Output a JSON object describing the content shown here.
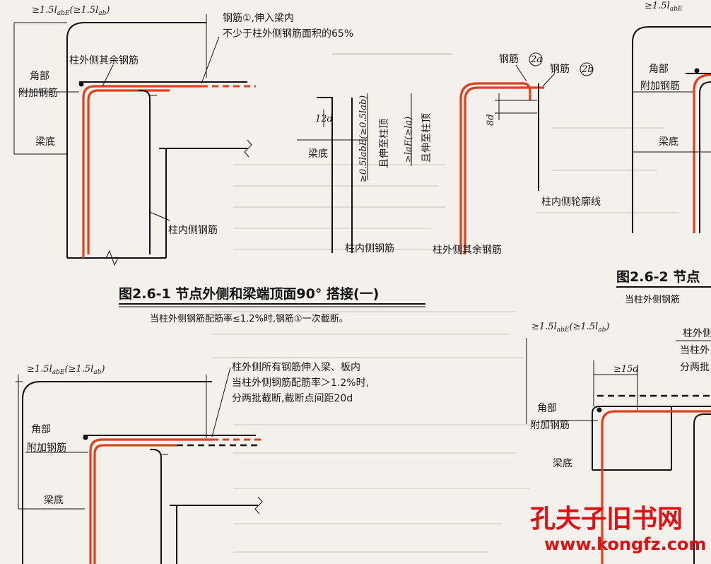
{
  "figure1": {
    "dim_top": "≥1.5l",
    "dim_top_sub": "abE",
    "dim_top_alt": "(≥1.5l",
    "dim_top_alt_sub": "ab",
    "dim_top_close": ")",
    "callout_line1": "钢筋①,伸入梁内",
    "callout_line2": "不少于柱外侧钢筋面积的65%",
    "label_other_bars": "柱外侧其余钢筋",
    "label_corner_1": "角部",
    "label_corner_2": "附加钢筋",
    "label_beam_bottom": "梁底",
    "label_inner_bar": "柱内侧钢筋",
    "caption": "图2.6-1 节点外侧和梁端顶面90° 搭接(一)",
    "note": "当柱外侧钢筋配筋率≤1.2%时,钢筋①一次截断。"
  },
  "detail_a": {
    "dim_12d": "12d",
    "label_beam_bottom": "梁底",
    "dim_v1": "≥0.5labE(≥0.5lab)",
    "dim_v1_sub": "且伸至柱顶",
    "dim_v2": "≥laE(≥la)",
    "dim_v2_sub": "且伸至柱顶",
    "label_inner_bar": "柱内侧钢筋"
  },
  "detail_b": {
    "label_bar_2a": "钢筋",
    "circle_2a": "2a",
    "label_bar_2b": "钢筋",
    "circle_2b": "2b",
    "dim_8d": "8d",
    "label_inner_outline": "柱内侧轮廓线",
    "label_other_bars": "柱外侧其余钢筋"
  },
  "figure2": {
    "dim_top": "≥1.5l",
    "dim_top_sub": "abE",
    "label_corner_1": "角部",
    "label_corner_2": "附加钢筋",
    "label_beam_bottom": "梁底",
    "caption": "图2.6-2 节点",
    "note": "当柱外侧钢筋"
  },
  "figure3": {
    "dim_top": "≥1.5l",
    "dim_top_sub": "abE",
    "dim_top_alt": "(≥1.5l",
    "dim_top_alt_sub": "ab",
    "dim_top_close": ")",
    "callout_line1": "柱外侧所有钢筋伸入梁、板内",
    "callout_line2": "当柱外侧钢筋配筋率＞1.2%时,",
    "callout_line3": "分两批截断,截断点间距20d",
    "label_corner_1": "角部",
    "label_corner_2": "附加钢筋",
    "label_beam_bottom": "梁底"
  },
  "figure4": {
    "dim_top": "≥1.5l",
    "dim_top_sub": "abE",
    "dim_top_alt": "(≥1.5l",
    "dim_top_alt_sub": "ab",
    "dim_top_close": ")",
    "dim_15d": "≥15d",
    "callout_line1": "柱外侧",
    "callout_line2": "当柱外",
    "callout_line3": "分两批",
    "label_corner_1": "角部",
    "label_corner_2": "附加钢筋",
    "label_beam_bottom": "梁底"
  },
  "watermark": {
    "title": "孔夫子旧书网",
    "url": "www.kongfz.com"
  },
  "colors": {
    "rebar_highlight": "#e2401b",
    "line": "#111111",
    "paper": "#f4f1ec",
    "watermark": "#dd1111"
  }
}
